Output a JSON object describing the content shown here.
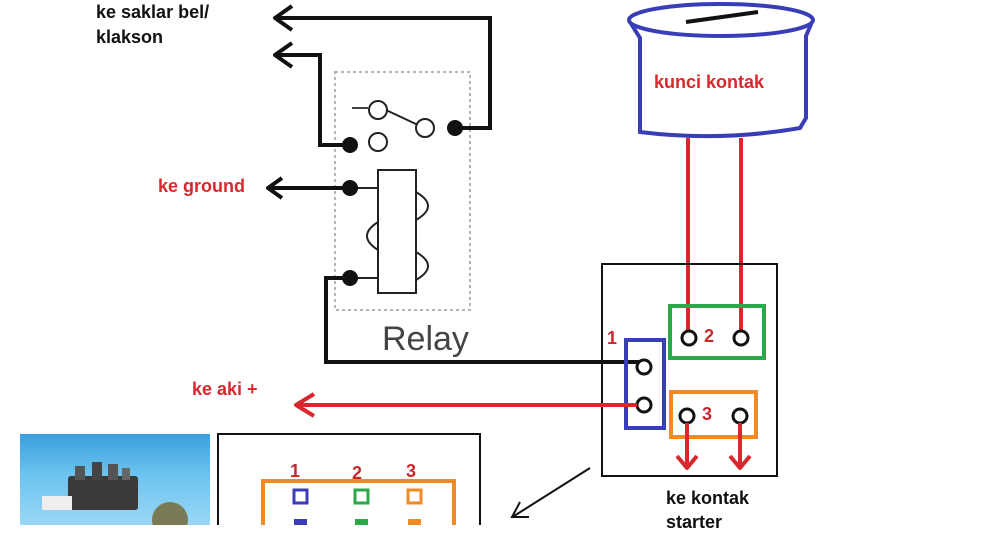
{
  "labels": {
    "horn_line1": "ke saklar bel/",
    "horn_line2": "klakson",
    "ground": "ke ground",
    "battery": "ke aki +",
    "ignition": "kunci kontak",
    "relay": "Relay",
    "starter_line1": "ke kontak",
    "starter_line2": "starter"
  },
  "terminals": {
    "t1": "1",
    "t2": "2",
    "t3": "3"
  },
  "switch_grid": {
    "col1": "1",
    "col2": "2",
    "col3": "3"
  },
  "colors": {
    "wire_black": "#111111",
    "wire_red": "#d8282d",
    "ignition_blue": "#3a3db8",
    "terminal_green": "#2aa84a",
    "terminal_orange": "#f08a24",
    "terminal_blue": "#3a3db8",
    "relay_gray": "#b5b5b5"
  },
  "icons": {
    "arrow": "arrow-icon",
    "photo": "push-switch-photo"
  }
}
